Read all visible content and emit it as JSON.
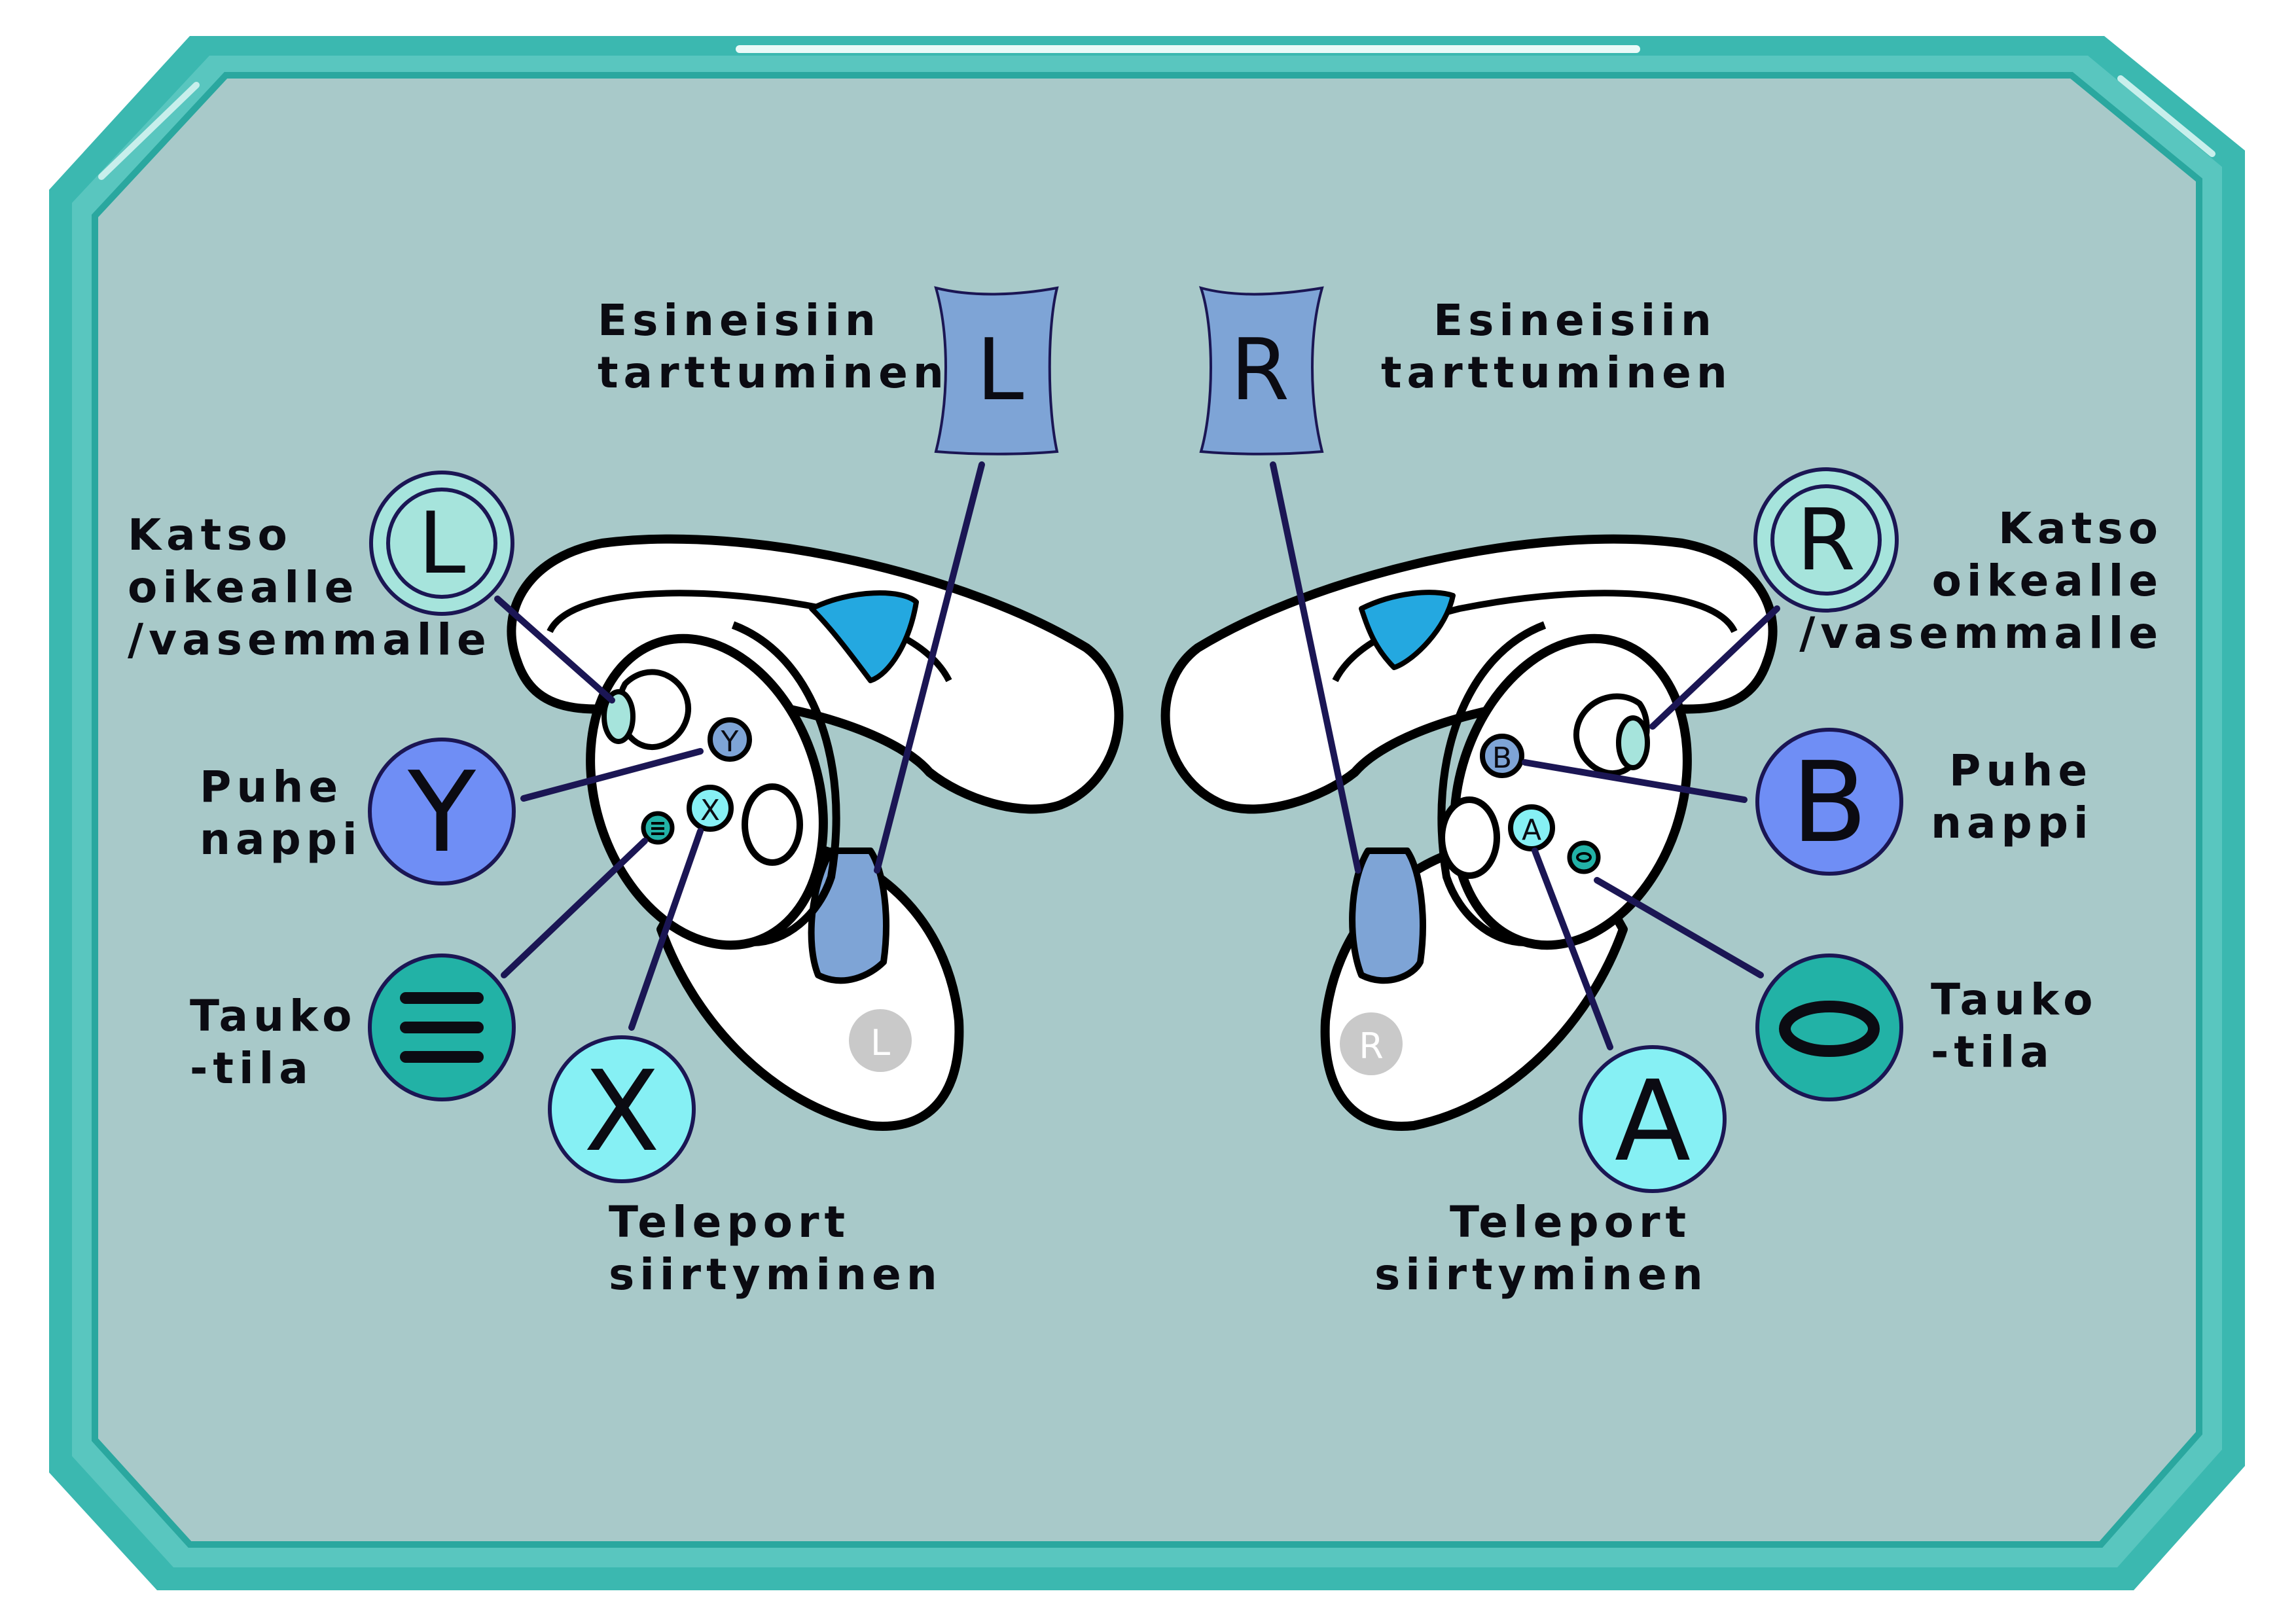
{
  "labels": {
    "grab_left_1": "Esineisiin",
    "grab_left_2": "tarttuminen",
    "grab_right_1": "Esineisiin",
    "grab_right_2": "tarttuminen",
    "look_left_1": "Katso",
    "look_left_2": "oikealle",
    "look_left_3": "/vasemmalle",
    "look_right_1": "Katso",
    "look_right_2": "oikealle",
    "look_right_3": "/vasemmalle",
    "talk_left_1": "Puhe",
    "talk_left_2": "nappi",
    "talk_right_1": "Puhe",
    "talk_right_2": "nappi",
    "pause_left_1": "Tauko",
    "pause_left_2": "-tila",
    "pause_right_1": "Tauko",
    "pause_right_2": "-tila",
    "teleport_left_1": "Teleport",
    "teleport_left_2": "siirtyminen",
    "teleport_right_1": "Teleport",
    "teleport_right_2": "siirtyminen"
  },
  "badges": {
    "grip_left": "L",
    "grip_right": "R",
    "stick_left": "L",
    "stick_right": "R",
    "y": "Y",
    "x": "X",
    "b": "B",
    "a": "A",
    "small_y": "Y",
    "small_x": "X",
    "small_b": "B",
    "small_a": "A",
    "logo_left": "L",
    "logo_right": "R"
  },
  "icons": {
    "menu": "menu-lines-icon",
    "oculus": "oculus-oval-icon"
  },
  "colors": {
    "background": "#a8c9c9",
    "frame": "#3bb8b0",
    "frame_light": "#8fd3d0",
    "line": "#1b1654",
    "stick_badge": "#a6e4dc",
    "y_b_badge": "#6f8ef5",
    "x_a_badge": "#86f0f4",
    "pause_badge": "#22b2a6",
    "grip_badge": "#7ea4d6",
    "trigger_blue": "#24a8e0"
  }
}
